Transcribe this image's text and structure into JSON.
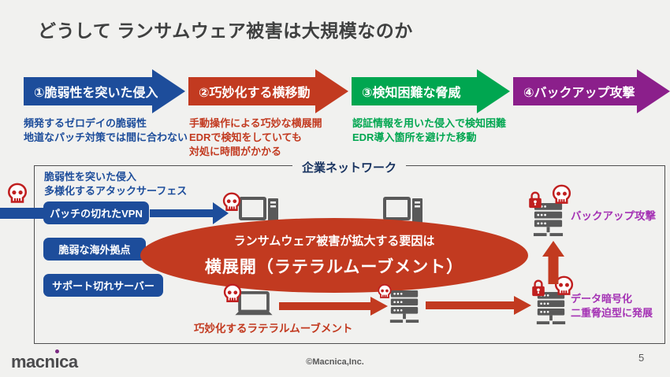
{
  "slide": {
    "title": "どうして ランサムウェア被害は大規模なのか",
    "page_number": "5",
    "copyright": "©Macnica,Inc.",
    "logo": {
      "pre": "macn",
      "dotless_i": "ı",
      "post": "ca"
    }
  },
  "steps": [
    {
      "label": "①脆弱性を突いた侵入",
      "note": "頻発するゼロデイの脆弱性\n地道なパッチ対策では間に合わない",
      "color": "#1d4d9b"
    },
    {
      "label": "②巧妙化する横移動",
      "note": "手動操作による巧妙な横展開\nEDRで検知をしていても\n対処に時間がかかる",
      "color": "#c23a20"
    },
    {
      "label": "③検知困難な脅威",
      "note": "認証情報を用いた侵入で検知困難\nEDR導入箇所を避けた移動",
      "color": "#00a650"
    },
    {
      "label": "④バックアップ攻撃",
      "note": "",
      "color": "#8b1f8b"
    }
  ],
  "network": {
    "box_label": "企業ネットワーク",
    "intro_note": "脆弱性を突いた侵入\n多様化するアタックサーフェス",
    "entry_points": [
      {
        "label": "パッチの切れたVPN"
      },
      {
        "label": "脆弱な海外拠点"
      },
      {
        "label": "サポート切れサーバー"
      }
    ],
    "ellipse": {
      "line1": "ランサムウェア被害が拡大する要因は",
      "line2": "横展開（ラテラルムーブメント）"
    },
    "lateral_label": "巧妙化するラテラルムーブメント",
    "backup_label": "バックアップ攻撃",
    "encryption_label": "データ暗号化\n二重脅迫型に発展"
  },
  "colors": {
    "background": "#f1f1ef",
    "title_text": "#3f4040",
    "step1_blue": "#1d4d9b",
    "step2_red": "#c23a20",
    "step3_green": "#00a650",
    "step4_purple": "#8b1f8b",
    "diagram_label_purple": "#a431b4",
    "icon_gray": "#595959",
    "icon_red": "#c01f1f",
    "logo_dot_purple": "#7b2982"
  },
  "icons": {
    "skull-icon": "red skull — compromised node marker",
    "lock-icon": "red padlock — encrypted data",
    "desktop-icon": "desktop PC",
    "laptop-icon": "laptop PC",
    "server-icon": "server rack",
    "arrow-right-icon": "attack path arrow",
    "arrow-up-icon": "upward attack path arrow"
  }
}
